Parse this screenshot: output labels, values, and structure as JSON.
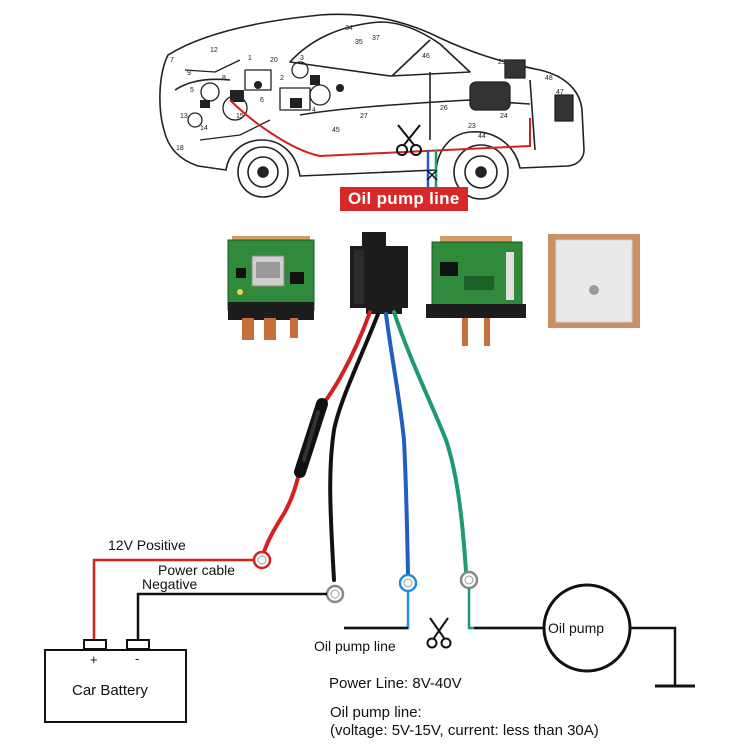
{
  "top_label": "Oil pump line",
  "labels": {
    "positive": "12V Positive",
    "power_cable": "Power cable",
    "negative": "Negative",
    "oil_pump_line": "Oil pump line",
    "oil_pump": "Oil pump",
    "battery": "Car Battery",
    "battery_plus": "+",
    "battery_minus": "-"
  },
  "specs": {
    "power_line": "Power Line: 8V-40V",
    "oil_title": "Oil pump line:",
    "oil_detail": "(voltage: 5V-15V, current: less than 30A)"
  },
  "car_numbers": [
    "12",
    "34",
    "35",
    "37",
    "46",
    "29",
    "48",
    "47",
    "24",
    "23",
    "13",
    "14",
    "15",
    "45",
    "44",
    "18",
    "7",
    "9",
    "20",
    "5",
    "8",
    "6",
    "1",
    "2",
    "3",
    "4",
    "26",
    "27"
  ],
  "colors": {
    "positive_wire": "#d42020",
    "negative_wire": "#111111",
    "blue_wire": "#1f5fc4",
    "green_wire": "#1f9a6a",
    "relay_body": "#1d1d1d",
    "pcb_green": "#2f8a3c",
    "connector_tan": "#d49a6a",
    "copper_pin": "#c8703c",
    "gps_ceramic": "#e9e9e9",
    "tag_red": "#d62a2a"
  }
}
